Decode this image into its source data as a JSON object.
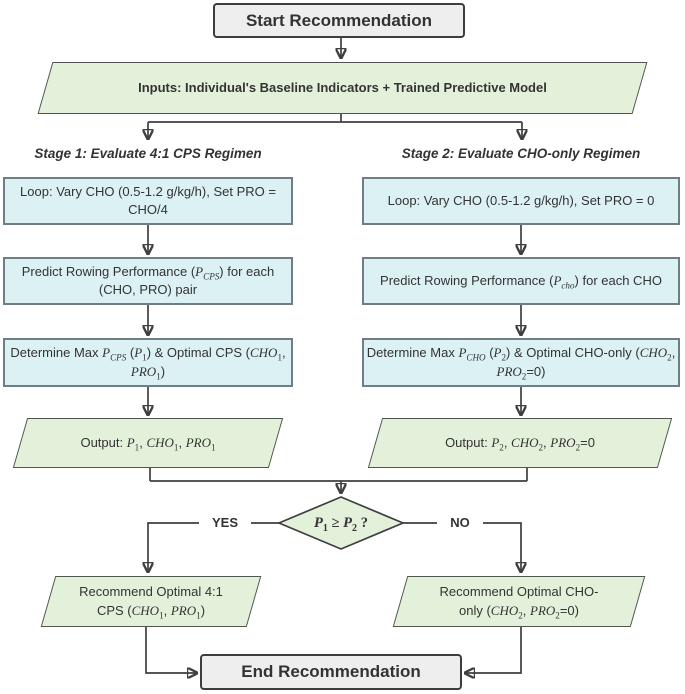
{
  "colors": {
    "green_fill": "#e4f1da",
    "green_border": "#4e564e",
    "blue_fill": "#dcf1f3",
    "blue_border": "#6e7e85",
    "term_fill": "#eeeeee",
    "term_border": "#3d3d3d",
    "line": "#3f3f3f",
    "text": "#333333"
  },
  "labels": {
    "start": [
      {
        "t": "Start Recommendation"
      }
    ],
    "inputs": [
      {
        "t": "Inputs: Individual's Baseline Indicators + Trained Predictive Model"
      }
    ],
    "stage1": [
      {
        "t": "Stage 1: Evaluate 4:1 CPS Regimen"
      }
    ],
    "stage2": [
      {
        "t": "Stage 2: Evaluate CHO-only Regimen"
      }
    ],
    "s1_loop": [
      {
        "t": "Loop: Vary CHO (0.5-1.2 g/kg/h), Set PRO = CHO/4"
      }
    ],
    "s2_loop": [
      {
        "t": "Loop: Vary CHO (0.5-1.2 g/kg/h), Set PRO = 0"
      }
    ],
    "s1_predict": [
      {
        "t": "Predict Rowing Performance ("
      },
      {
        "t": "P",
        "m": 1
      },
      {
        "t": "CPS",
        "m": 1,
        "s": 1
      },
      {
        "t": ") for each (CHO, PRO) pair"
      }
    ],
    "s2_predict": [
      {
        "t": "Predict Rowing Performance ("
      },
      {
        "t": "P",
        "m": 1
      },
      {
        "t": "cho",
        "m": 1,
        "s": 1
      },
      {
        "t": ") for each CHO"
      }
    ],
    "s1_det": [
      {
        "t": "Determine Max "
      },
      {
        "t": "P",
        "m": 1
      },
      {
        "t": "CPS",
        "m": 1,
        "s": 1
      },
      {
        "t": " ("
      },
      {
        "t": "P",
        "m": 1
      },
      {
        "t": "1",
        "m": 1,
        "s": 1,
        "u": 1
      },
      {
        "t": ") & Optimal CPS ("
      },
      {
        "t": "CHO",
        "m": 1
      },
      {
        "t": "1",
        "m": 1,
        "s": 1,
        "u": 1
      },
      {
        "t": ", "
      },
      {
        "t": "PRO",
        "m": 1
      },
      {
        "t": "1",
        "m": 1,
        "s": 1,
        "u": 1
      },
      {
        "t": ")"
      }
    ],
    "s2_det": [
      {
        "t": "Determine Max "
      },
      {
        "t": "P",
        "m": 1
      },
      {
        "t": "CHO",
        "m": 1,
        "s": 1
      },
      {
        "t": " ("
      },
      {
        "t": "P",
        "m": 1
      },
      {
        "t": "2",
        "m": 1,
        "s": 1,
        "u": 1
      },
      {
        "t": ") & Optimal CHO-only ("
      },
      {
        "t": "CHO",
        "m": 1
      },
      {
        "t": "2",
        "m": 1,
        "s": 1,
        "u": 1
      },
      {
        "t": ", "
      },
      {
        "t": "PRO",
        "m": 1
      },
      {
        "t": "2",
        "m": 1,
        "s": 1,
        "u": 1
      },
      {
        "t": "=0)"
      }
    ],
    "s1_out": [
      {
        "t": "Output: "
      },
      {
        "t": "P",
        "m": 1
      },
      {
        "t": "1",
        "m": 1,
        "s": 1,
        "u": 1
      },
      {
        "t": ", "
      },
      {
        "t": "CHO",
        "m": 1
      },
      {
        "t": "1",
        "m": 1,
        "s": 1,
        "u": 1
      },
      {
        "t": ", "
      },
      {
        "t": "PRO",
        "m": 1
      },
      {
        "t": "1",
        "m": 1,
        "s": 1,
        "u": 1
      }
    ],
    "s2_out": [
      {
        "t": "Output: "
      },
      {
        "t": "P",
        "m": 1
      },
      {
        "t": "2",
        "m": 1,
        "s": 1,
        "u": 1
      },
      {
        "t": ", "
      },
      {
        "t": "CHO",
        "m": 1
      },
      {
        "t": "2",
        "m": 1,
        "s": 1,
        "u": 1
      },
      {
        "t": ", "
      },
      {
        "t": "PRO",
        "m": 1
      },
      {
        "t": "2",
        "m": 1,
        "s": 1,
        "u": 1
      },
      {
        "t": "=0"
      }
    ],
    "decision": [
      {
        "t": "P",
        "m": 1
      },
      {
        "t": "1",
        "m": 1,
        "s": 1,
        "u": 1
      },
      {
        "t": " ≥ ",
        "m": 1,
        "u": 1
      },
      {
        "t": "P",
        "m": 1
      },
      {
        "t": "2",
        "m": 1,
        "s": 1,
        "u": 1
      },
      {
        "t": " ?",
        "m": 1,
        "u": 1
      }
    ],
    "yes": [
      {
        "t": "YES"
      }
    ],
    "no": [
      {
        "t": "NO"
      }
    ],
    "rec_cps": [
      {
        "t": "Recommend Optimal 4:1 CPS ("
      },
      {
        "t": "CHO",
        "m": 1
      },
      {
        "t": "1",
        "m": 1,
        "s": 1,
        "u": 1
      },
      {
        "t": ", "
      },
      {
        "t": "PRO",
        "m": 1
      },
      {
        "t": "1",
        "m": 1,
        "s": 1,
        "u": 1
      },
      {
        "t": ")"
      }
    ],
    "rec_cho": [
      {
        "t": "Recommend Optimal CHO-only ("
      },
      {
        "t": "CHO",
        "m": 1
      },
      {
        "t": "2",
        "m": 1,
        "s": 1,
        "u": 1
      },
      {
        "t": ", "
      },
      {
        "t": "PRO",
        "m": 1
      },
      {
        "t": "2",
        "m": 1,
        "s": 1,
        "u": 1
      },
      {
        "t": "=0)"
      }
    ],
    "end": [
      {
        "t": "End Recommendation"
      }
    ]
  }
}
